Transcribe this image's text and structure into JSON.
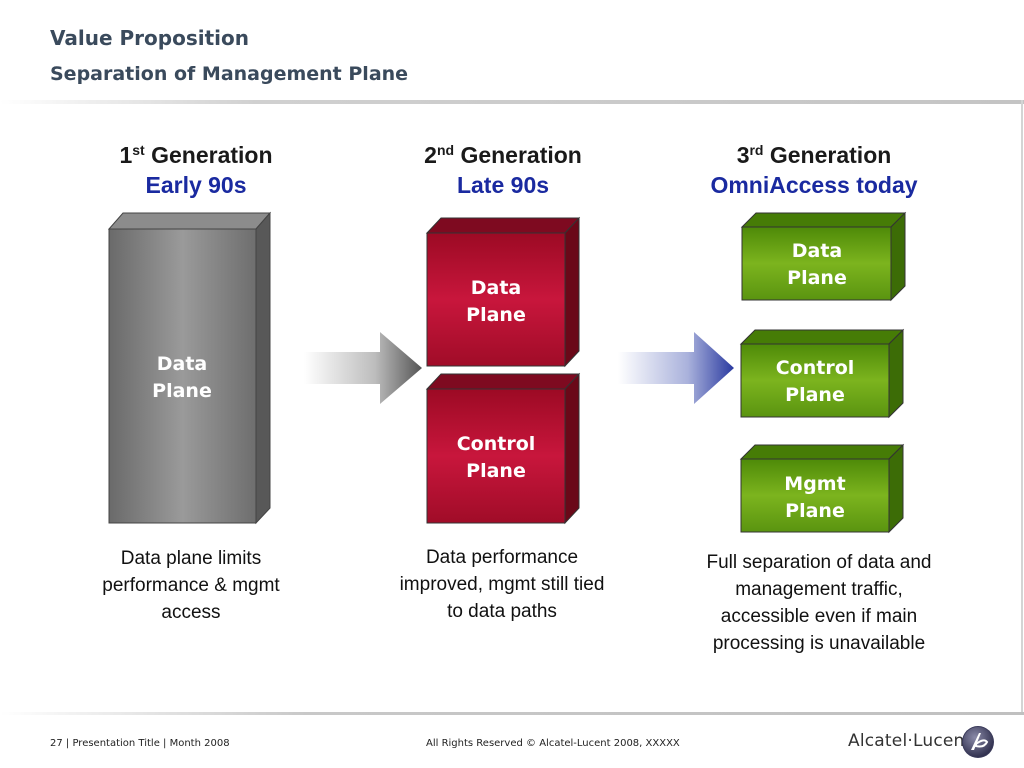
{
  "slide": {
    "title": "Value Proposition",
    "subtitle": "Separation of Management Plane"
  },
  "generations": [
    {
      "ordinal": "1",
      "suffix": "st",
      "label": "Generation",
      "era": "Early 90s",
      "description": "Data plane limits performance & mgmt access",
      "color": "#6e6e6e",
      "boxes": [
        {
          "line1": "Data",
          "line2": "Plane"
        }
      ]
    },
    {
      "ordinal": "2",
      "suffix": "nd",
      "label": "Generation",
      "era": "Late 90s",
      "description": "Data performance improved, mgmt still tied to data paths",
      "color": "#b01030",
      "boxes": [
        {
          "line1": "Data",
          "line2": "Plane"
        },
        {
          "line1": "Control",
          "line2": "Plane"
        }
      ]
    },
    {
      "ordinal": "3",
      "suffix": "rd",
      "label": "Generation",
      "era": "OmniAccess today",
      "description": "Full separation of data and management traffic, accessible even if main processing is unavailable",
      "color": "#5e9a10",
      "boxes": [
        {
          "line1": "Data",
          "line2": "Plane"
        },
        {
          "line1": "Control",
          "line2": "Plane"
        },
        {
          "line1": "Mgmt",
          "line2": "Plane"
        }
      ]
    }
  ],
  "arrows": [
    {
      "tip_color": "#555555"
    },
    {
      "tip_color": "#2a3aa0"
    }
  ],
  "footer": {
    "page": "27 | Presentation Title | Month 2008",
    "rights": "All Rights Reserved © Alcatel-Lucent 2008, XXXXX"
  },
  "logo": {
    "text": "Alcatel·Lucent",
    "icon": "alcatel-lucent-logo-icon"
  }
}
